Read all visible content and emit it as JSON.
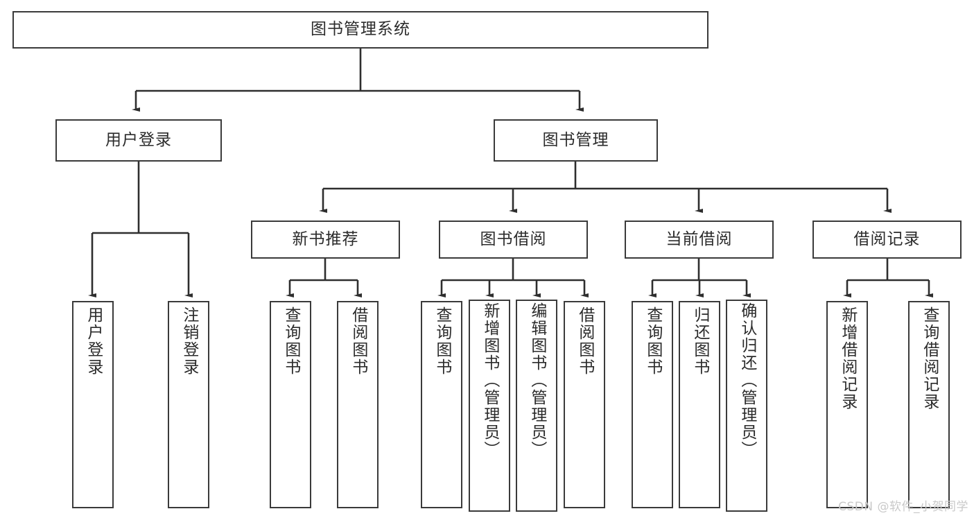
{
  "diagram": {
    "title": "图书管理系统",
    "watermark": "CSDN @软件_小贺同学",
    "colors": {
      "stroke": "#3a3a3a",
      "text": "#2b2b2b",
      "background": "#ffffff",
      "watermark": "#c9c9c9"
    },
    "root": {
      "label": "图书管理系统"
    },
    "level2": [
      {
        "label": "用户登录"
      },
      {
        "label": "图书管理"
      }
    ],
    "level3": [
      {
        "label": "新书推荐"
      },
      {
        "label": "图书借阅"
      },
      {
        "label": "当前借阅"
      },
      {
        "label": "借阅记录"
      }
    ],
    "leaves": [
      {
        "label": "用户登录",
        "parent": "用户登录"
      },
      {
        "label": "注销登录",
        "parent": "用户登录"
      },
      {
        "label": "查询图书",
        "parent": "新书推荐"
      },
      {
        "label": "借阅图书",
        "parent": "新书推荐"
      },
      {
        "label": "查询图书",
        "parent": "图书借阅"
      },
      {
        "label": "新增图书（管理员）",
        "parent": "图书借阅"
      },
      {
        "label": "编辑图书（管理员）",
        "parent": "图书借阅"
      },
      {
        "label": "借阅图书",
        "parent": "图书借阅"
      },
      {
        "label": "查询图书",
        "parent": "当前借阅"
      },
      {
        "label": "归还图书",
        "parent": "当前借阅"
      },
      {
        "label": "确认归还（管理员）",
        "parent": "当前借阅"
      },
      {
        "label": "新增借阅记录",
        "parent": "借阅记录"
      },
      {
        "label": "查询借阅记录",
        "parent": "借阅记录"
      }
    ]
  }
}
